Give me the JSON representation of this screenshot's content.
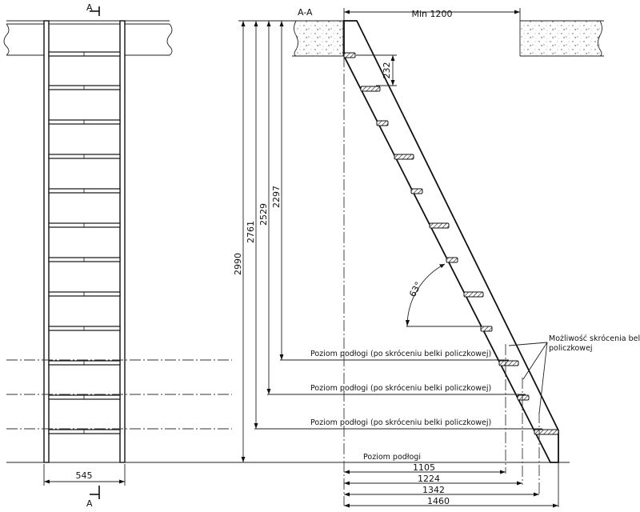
{
  "section_marker": {
    "letter_top": "A",
    "letter_bottom": "A",
    "section_title": "A-A"
  },
  "front_view": {
    "width_label": "545"
  },
  "side_view": {
    "top_gap_label": "Min 1200",
    "step_spacing_label": "232",
    "angle_label": "63°",
    "heights": [
      "2990",
      "2761",
      "2529",
      "2297"
    ],
    "horizontals": [
      "1105",
      "1224",
      "1342",
      "1460"
    ],
    "floor_levels": [
      "Poziom podłogi (po skróceniu belki policzkowej)",
      "Poziom podłogi (po skróceniu belki policzkowej)",
      "Poziom podłogi (po skróceniu belki policzkowej)"
    ],
    "floor_main": "Poziom podłogi",
    "shortening_note_line1": "Możliwość skrócenia belki",
    "shortening_note_line2": "policzkowej"
  }
}
